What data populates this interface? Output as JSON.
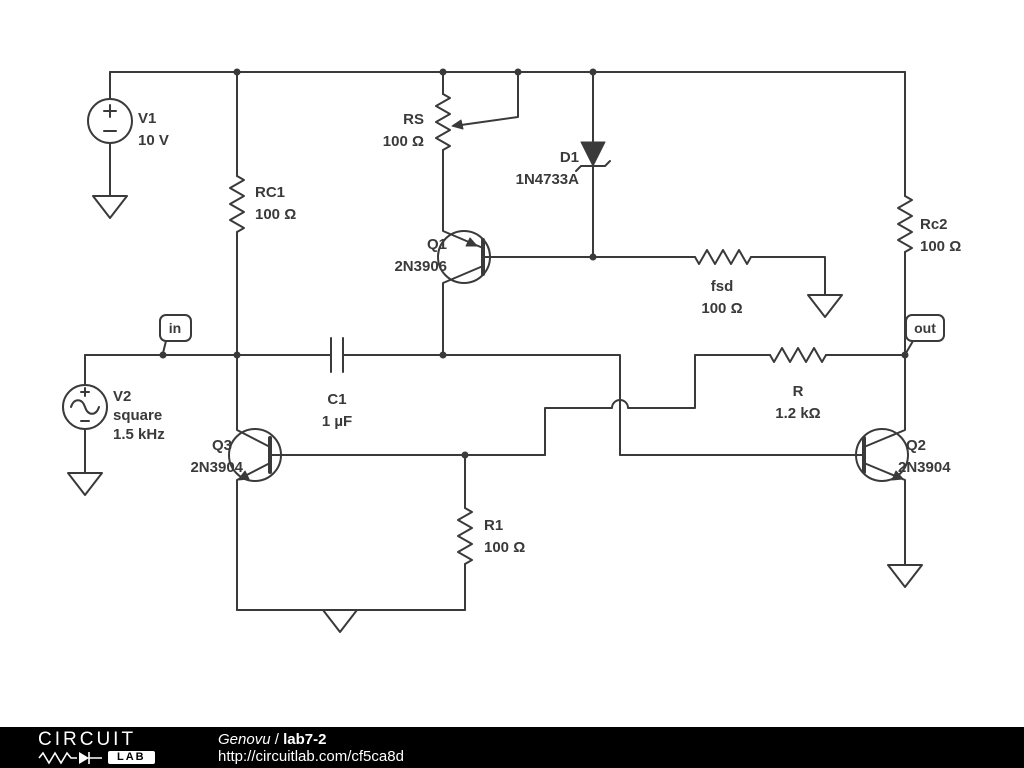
{
  "schematic": {
    "components": {
      "v1": {
        "name": "V1",
        "value": "10 V"
      },
      "v2": {
        "name": "V2",
        "value": "square",
        "value2": "1.5 kHz"
      },
      "rc1": {
        "name": "RC1",
        "value": "100 Ω"
      },
      "rs": {
        "name": "RS",
        "value": "100 Ω"
      },
      "d1": {
        "name": "D1",
        "value": "1N4733A"
      },
      "q1": {
        "name": "Q1",
        "value": "2N3906"
      },
      "q2": {
        "name": "Q2",
        "value": "2N3904"
      },
      "q3": {
        "name": "Q3",
        "value": "2N3904"
      },
      "rc2": {
        "name": "Rc2",
        "value": "100 Ω"
      },
      "fsd": {
        "name": "fsd",
        "value": "100 Ω"
      },
      "r": {
        "name": "R",
        "value": "1.2 kΩ"
      },
      "r1": {
        "name": "R1",
        "value": "100 Ω"
      },
      "c1": {
        "name": "C1",
        "value": "1 µF"
      }
    },
    "flags": {
      "input": "in",
      "output": "out"
    },
    "colors": {
      "wire": "#3a3a3a",
      "background": "#ffffff",
      "footer_bg": "#000000"
    }
  },
  "footer": {
    "brand_line1": "CIRCUIT",
    "brand_line2": "LAB",
    "author": "Genovu",
    "separator": " / ",
    "title": "lab7-2",
    "url": "http://circuitlab.com/cf5ca8d"
  }
}
